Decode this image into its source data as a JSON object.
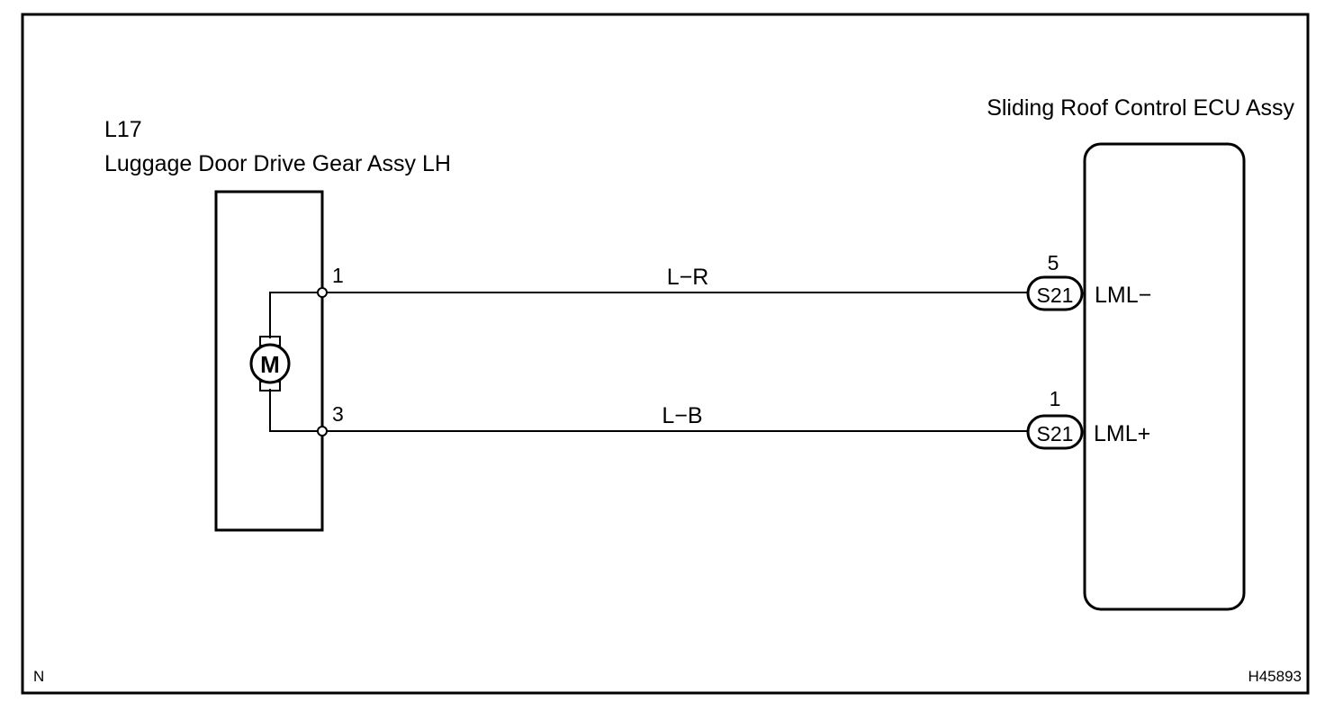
{
  "left_component": {
    "code": "L17",
    "name": "Luggage Door Drive Gear Assy LH",
    "motor_symbol": "M",
    "pins": [
      "1",
      "3"
    ]
  },
  "right_component": {
    "name": "Sliding Roof Control ECU Assy",
    "connectors": [
      {
        "pin": "5",
        "code": "S21",
        "terminal": "LML−"
      },
      {
        "pin": "1",
        "code": "S21",
        "terminal": "LML+"
      }
    ]
  },
  "wires": [
    {
      "color": "L−R"
    },
    {
      "color": "L−B"
    }
  ],
  "footer": {
    "left_marker": "N",
    "figure_id": "H45893"
  }
}
